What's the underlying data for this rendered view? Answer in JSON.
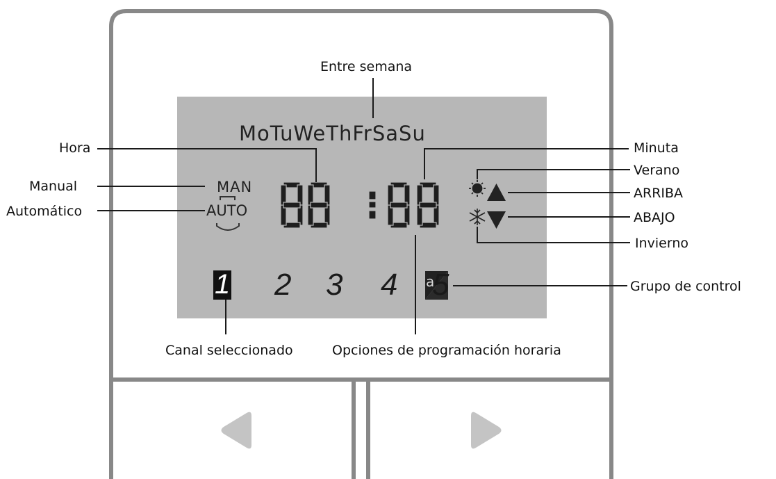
{
  "lcd": {
    "days": "MoTuWeThFrSaSu",
    "mode_manual": "MAN",
    "mode_auto": "AUTO",
    "time_display": "88:88",
    "channels": [
      "1",
      "2",
      "3",
      "4",
      "5"
    ],
    "selected_channel": "1",
    "group_symbol": "a"
  },
  "callouts": {
    "weekdays": "Entre semana",
    "hour": "Hora",
    "minute": "Minuta",
    "manual": "Manual",
    "automatic": "Automático",
    "summer": "Verano",
    "up": "ARRIBA",
    "down": "ABAJO",
    "winter": "Invierno",
    "control_group": "Grupo de control",
    "selected_channel": "Canal seleccionado",
    "time_programming": "Opciones de programación horaria"
  },
  "buttons": {
    "left": "left-arrow-icon",
    "right": "right-arrow-icon"
  },
  "colors": {
    "lcd_background": "#b7b7b7",
    "housing_outline": "#888888",
    "button_arrow": "#c4c4c4",
    "segment": "#1e1e1e"
  }
}
